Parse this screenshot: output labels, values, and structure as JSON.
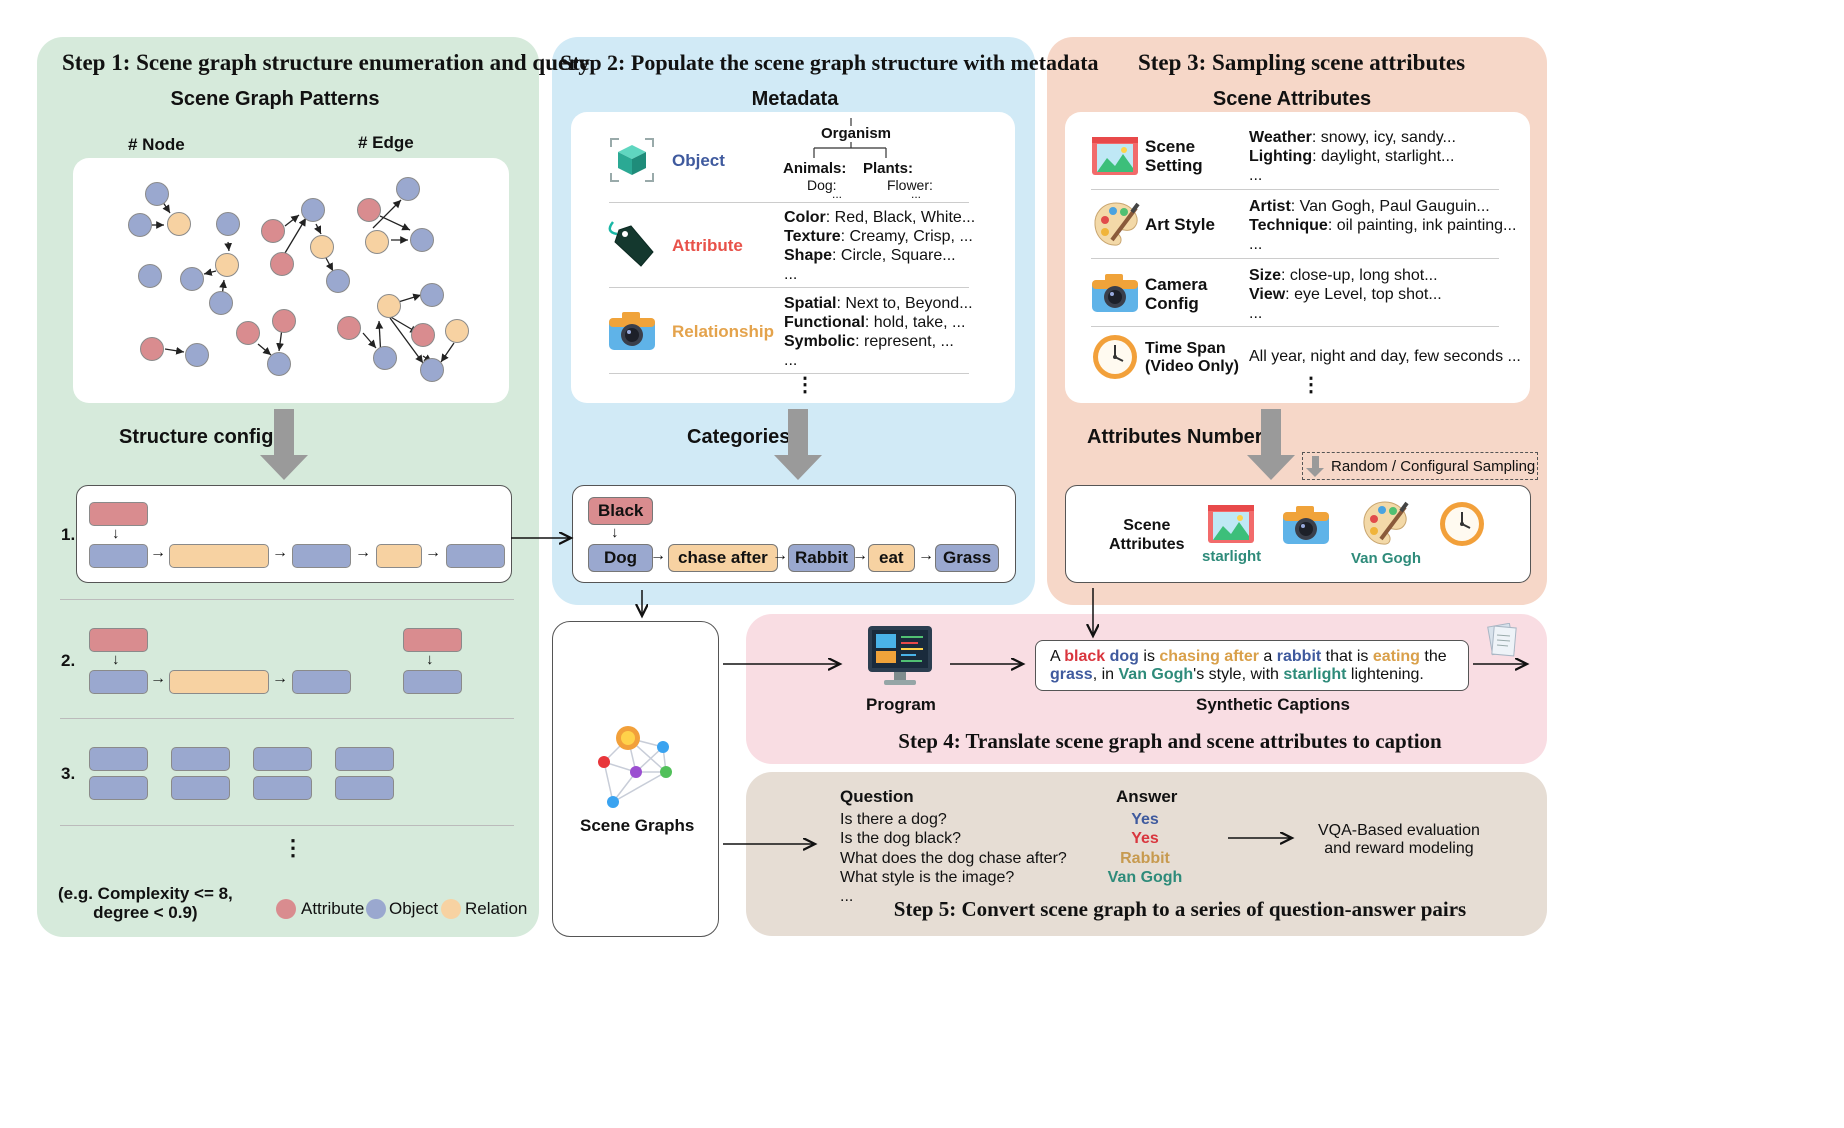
{
  "colors": {
    "step1_bg": "#d6eadb",
    "step2_bg": "#d1eaf6",
    "step3_bg": "#f6d7c8",
    "step4_bg": "#f9dde3",
    "step5_bg": "#e6ddd4",
    "attribute": "#d98c8f",
    "object": "#9aa8cf",
    "relation": "#f7d2a2"
  },
  "step1": {
    "title": "Step 1: Scene graph structure enumeration and query",
    "patterns_title": "Scene Graph Patterns",
    "node_label": "# Node",
    "edge_label": "# Edge",
    "structure_configs": "Structure configs",
    "row_labels": [
      "1.",
      "2.",
      "3."
    ],
    "ellipsis": "⋮",
    "complexity_note": "(e.g. Complexity <= 8,\ndegree < 0.9)",
    "legend": [
      "Attribute",
      "Object",
      "Relation"
    ]
  },
  "step2": {
    "title": "Step 2: Populate the scene graph structure with metadata",
    "metadata_title": "Metadata",
    "object_label": "Object",
    "attribute_label": "Attribute",
    "relationship_label": "Relationship",
    "tree": {
      "root": "Organism",
      "left": "Animals:",
      "right": "Plants:",
      "left_item": "Dog:",
      "right_item": "Flower:",
      "more": "..."
    },
    "attribute_lines": [
      {
        "key": "Color",
        "value": ": Red, Black, White..."
      },
      {
        "key": "Texture",
        "value": ": Creamy, Crisp, ..."
      },
      {
        "key": "Shape",
        "value": ": Circle, Square..."
      }
    ],
    "relationship_lines": [
      {
        "key": "Spatial",
        "value": ": Next to, Beyond..."
      },
      {
        "key": "Functional",
        "value": ": hold, take, ..."
      },
      {
        "key": "Symbolic",
        "value": ": represent, ..."
      }
    ],
    "more": "...",
    "ellipsis": "⋮",
    "categories": "Categories",
    "example": [
      "Black",
      "Dog",
      "chase after",
      "Rabbit",
      "eat",
      "Grass"
    ]
  },
  "step3": {
    "title": "Step 3: Sampling scene attributes",
    "attributes_title": "Scene Attributes",
    "rows": [
      {
        "name": "Scene\nSetting",
        "lines": [
          {
            "key": "Weather",
            "value": ": snowy, icy, sandy..."
          },
          {
            "key": "Lighting",
            "value": ": daylight, starlight..."
          }
        ]
      },
      {
        "name": "Art Style",
        "lines": [
          {
            "key": "Artist",
            "value": ": Van Gogh, Paul Gauguin..."
          },
          {
            "key": "Technique",
            "value": ": oil painting, ink painting..."
          }
        ]
      },
      {
        "name": "Camera\nConfig",
        "lines": [
          {
            "key": "Size",
            "value": ": close-up, long shot..."
          },
          {
            "key": "View",
            "value": ": eye Level, top shot..."
          }
        ]
      },
      {
        "name": "Time Span\n(Video Only)",
        "text": "All year, night and day, few seconds ..."
      }
    ],
    "more": "...",
    "ellipsis": "⋮",
    "attributes_number": "Attributes Number",
    "sampling": "Random / Configural Sampling",
    "scene_attributes": "Scene\nAttributes",
    "starlight": "starlight",
    "van_gogh": "Van Gogh"
  },
  "scene_graphs": "Scene Graphs",
  "step4": {
    "title": "Step 4: Translate scene graph and scene attributes to caption",
    "program": "Program",
    "synthetic_captions": "Synthetic Captions",
    "caption": [
      {
        "t": "A ",
        "c": "#111111"
      },
      {
        "t": "black",
        "c": "#d9363e"
      },
      {
        "t": " ",
        "c": "#111111"
      },
      {
        "t": "dog",
        "c": "#3f5a9e"
      },
      {
        "t": " is ",
        "c": "#111111"
      },
      {
        "t": "chasing after",
        "c": "#d9a04a"
      },
      {
        "t": " a ",
        "c": "#111111"
      },
      {
        "t": "rabbit",
        "c": "#3f5a9e"
      },
      {
        "t": " that is ",
        "c": "#111111"
      },
      {
        "t": "eating",
        "c": "#d9a04a"
      },
      {
        "t": " the ",
        "c": "#111111"
      },
      {
        "t": "grass",
        "c": "#3f5a9e"
      },
      {
        "t": ", in ",
        "c": "#111111"
      },
      {
        "t": "Van Gogh",
        "c": "#2e8b7a"
      },
      {
        "t": "'s style, with ",
        "c": "#111111"
      },
      {
        "t": "starlight",
        "c": "#2e8b7a"
      },
      {
        "t": " lightening.",
        "c": "#111111"
      }
    ]
  },
  "step5": {
    "title": "Step 5: Convert scene graph to a series of question-answer pairs",
    "question_header": "Question",
    "answer_header": "Answer",
    "questions": [
      "Is there a dog?",
      "Is the dog black?",
      "What does the dog chase after?",
      "What style is the image?",
      "..."
    ],
    "answers": [
      {
        "t": "Yes",
        "c": "#3f5a9e"
      },
      {
        "t": "Yes",
        "c": "#d9363e"
      },
      {
        "t": "Rabbit",
        "c": "#c79a4f"
      },
      {
        "t": "Van Gogh",
        "c": "#2e8b7a"
      }
    ],
    "vqa": "VQA-Based evaluation\nand reward modeling"
  }
}
